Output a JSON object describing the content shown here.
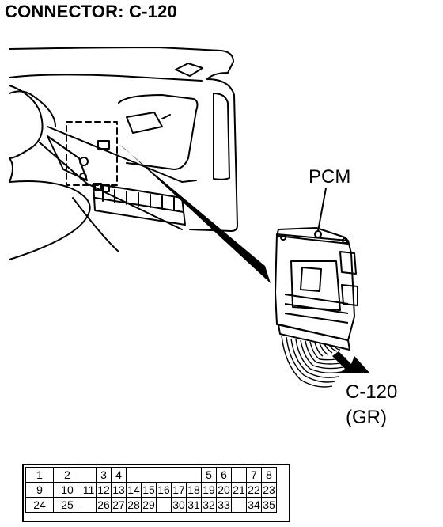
{
  "title": "CONNECTOR: C-120",
  "labels": {
    "pcm": "PCM",
    "connector_id": "C-120",
    "connector_color": "(GR)"
  },
  "pin_grid": {
    "rows": [
      [
        "1",
        "2",
        "",
        "3",
        "4",
        "",
        "",
        "",
        "",
        "",
        "5",
        "6",
        "",
        "7",
        "8"
      ],
      [
        "9",
        "10",
        "11",
        "12",
        "13",
        "14",
        "15",
        "16",
        "17",
        "18",
        "19",
        "20",
        "21",
        "22",
        "23"
      ],
      [
        "24",
        "25",
        "",
        "26",
        "27",
        "28",
        "29",
        "",
        "30",
        "31",
        "32",
        "33",
        "",
        "34",
        "35"
      ]
    ],
    "col_span": [
      2,
      2,
      1,
      1,
      1,
      1,
      1,
      1,
      1,
      1,
      1,
      1,
      1,
      1,
      1
    ]
  },
  "colors": {
    "line": "#000000",
    "background": "#ffffff"
  }
}
